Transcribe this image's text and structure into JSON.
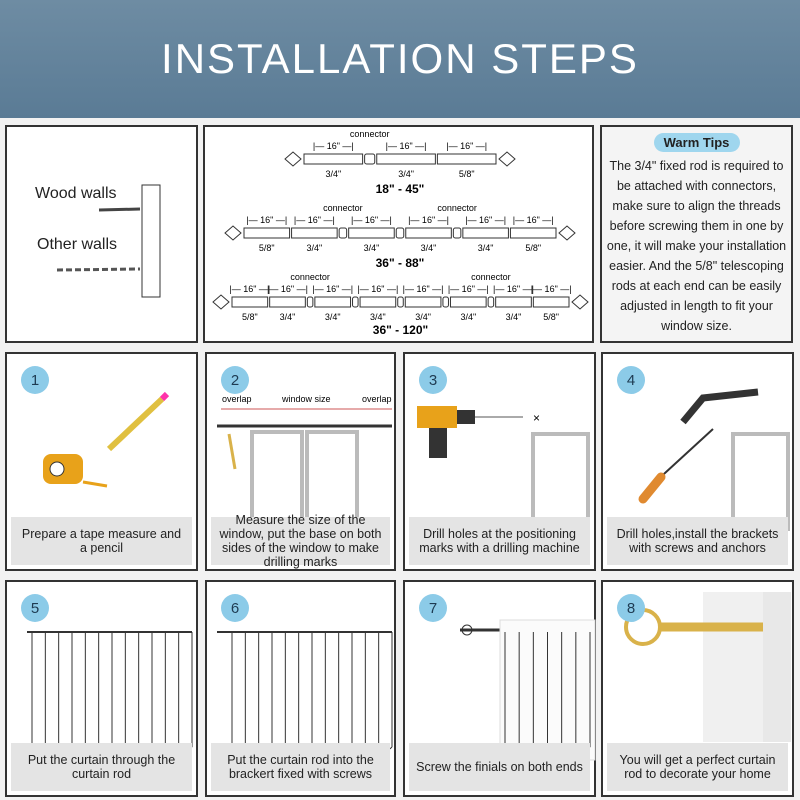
{
  "header": {
    "title": "INSTALLATION STEPS"
  },
  "walls": {
    "wood": "Wood walls",
    "other": "Other walls"
  },
  "rod_diagram": {
    "connector_label": "connector",
    "rows": [
      {
        "range": "18\" - 45\"",
        "pieces": [
          {
            "t": "rod",
            "len": "16\"",
            "dia": "3/4\""
          },
          {
            "t": "conn",
            "label": true
          },
          {
            "t": "rod",
            "len": "16\"",
            "dia": "3/4\""
          },
          {
            "t": "rod",
            "len": "16\"",
            "dia": "5/8\""
          }
        ]
      },
      {
        "range": "36\" - 88\"",
        "pieces": [
          {
            "t": "rod",
            "len": "16\"",
            "dia": "5/8\""
          },
          {
            "t": "rod",
            "len": "16\"",
            "dia": "3/4\""
          },
          {
            "t": "conn",
            "label": true
          },
          {
            "t": "rod",
            "len": "16\"",
            "dia": "3/4\""
          },
          {
            "t": "conn"
          },
          {
            "t": "rod",
            "len": "16\"",
            "dia": "3/4\""
          },
          {
            "t": "conn",
            "label": true
          },
          {
            "t": "rod",
            "len": "16\"",
            "dia": "3/4\""
          },
          {
            "t": "rod",
            "len": "16\"",
            "dia": "5/8\""
          }
        ]
      },
      {
        "range": "36\" - 120\"",
        "pieces": [
          {
            "t": "rod",
            "len": "16\"",
            "dia": "5/8\""
          },
          {
            "t": "rod",
            "len": "16\"",
            "dia": "3/4\""
          },
          {
            "t": "conn",
            "label": true
          },
          {
            "t": "rod",
            "len": "16\"",
            "dia": "3/4\""
          },
          {
            "t": "conn"
          },
          {
            "t": "rod",
            "len": "16\"",
            "dia": "3/4\""
          },
          {
            "t": "conn"
          },
          {
            "t": "rod",
            "len": "16\"",
            "dia": "3/4\""
          },
          {
            "t": "conn"
          },
          {
            "t": "rod",
            "len": "16\"",
            "dia": "3/4\""
          },
          {
            "t": "conn",
            "label": true
          },
          {
            "t": "rod",
            "len": "16\"",
            "dia": "3/4\""
          },
          {
            "t": "rod",
            "len": "16\"",
            "dia": "5/8\""
          }
        ]
      }
    ]
  },
  "tips": {
    "title": "Warm Tips",
    "text": "The 3/4\" fixed rod is required to be attached with connectors, make sure to align the threads before screwing them in one by one, it will make your installation easier. And the 5/8\" telescoping rods at each end can be easily adjusted in length to fit your window size."
  },
  "step2_labels": {
    "overlap": "overlap",
    "window_size": "window size"
  },
  "steps": [
    {
      "number": "1",
      "caption": "Prepare a tape measure and a pencil"
    },
    {
      "number": "2",
      "caption": "Measure the size of the window, put the base on both sides of the window to make drilling marks"
    },
    {
      "number": "3",
      "caption": "Drill holes at the positioning marks with a drilling machine"
    },
    {
      "number": "4",
      "caption": "Drill holes,install the brackets with screws and anchors"
    },
    {
      "number": "5",
      "caption": "Put the curtain through the curtain rod"
    },
    {
      "number": "6",
      "caption": "Put the curtain rod into the brackert fixed with screws"
    },
    {
      "number": "7",
      "caption": "Screw the finials on both ends"
    },
    {
      "number": "8",
      "caption": "You will get a perfect curtain rod to decorate your home"
    }
  ],
  "colors": {
    "header": "#5f7f99",
    "badge": "#8ccbe8",
    "caption_bg": "#e4e4e4",
    "gold": "#d9b24a",
    "drill": "#e8a21a"
  }
}
